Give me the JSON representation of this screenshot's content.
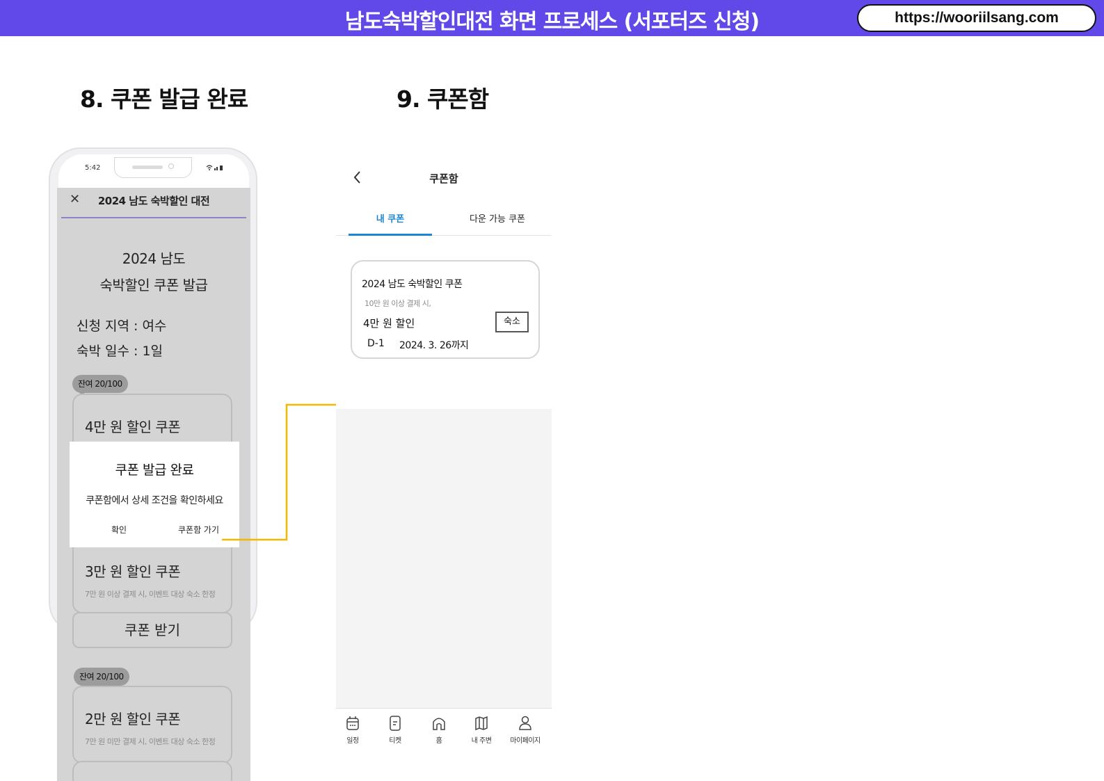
{
  "header": {
    "title": "남도숙박할인대전 화면 프로세스 (서포터즈 신청)",
    "url": "https://wooriilsang.com"
  },
  "steps": {
    "step8": "8. 쿠폰 발급 완료",
    "step9": "9. 쿠폰함"
  },
  "phone1": {
    "status_time": "5:42",
    "close_icon": "close-icon",
    "title": "2024 남도 숙박할인 대전",
    "heading_line1": "2024 남도",
    "heading_line2": "숙박할인 쿠폰 발급",
    "region": "신청 지역 : 여수",
    "nights": "숙박 일수 : 1일",
    "coupons": [
      {
        "badge": "잔여 20/100",
        "name": "4만 원 할인 쿠폰"
      },
      {
        "name": "3만 원 할인 쿠폰",
        "condition": "7만 원 이상 결제 시, 이벤트 대상 숙소 한정",
        "button": "쿠폰 받기"
      },
      {
        "badge": "잔여 20/100",
        "name": "2만 원 할인 쿠폰",
        "condition": "7만 원 미만 결제 시, 이벤트 대상 숙소 한정"
      }
    ],
    "dialog": {
      "title": "쿠폰 발급 완료",
      "message": "쿠폰함에서 상세 조건을 확인하세요",
      "ok": "확인",
      "goto": "쿠폰함 가기"
    }
  },
  "phone2": {
    "back_icon": "back-arrow-icon",
    "title": "쿠폰함",
    "tabs": [
      {
        "label": "내 쿠폰",
        "active": true
      },
      {
        "label": "다운 가능 쿠폰",
        "active": false
      }
    ],
    "coupon": {
      "title": "2024 남도 숙박할인 쿠폰",
      "condition": "10만 원 이상 결제 시,",
      "amount": "4만 원 할인",
      "tag": "숙소",
      "dday": "D-1",
      "expire": "2024. 3. 26까지"
    },
    "nav": [
      {
        "label": "일정",
        "icon": "calendar-icon"
      },
      {
        "label": "티켓",
        "icon": "ticket-icon"
      },
      {
        "label": "홈",
        "icon": "home-icon"
      },
      {
        "label": "내 주변",
        "icon": "map-icon"
      },
      {
        "label": "마이페이지",
        "icon": "user-icon"
      }
    ]
  },
  "colors": {
    "header_bg": "#6148e8",
    "accent_blue": "#1c86d6",
    "connector": "#f5b800"
  }
}
